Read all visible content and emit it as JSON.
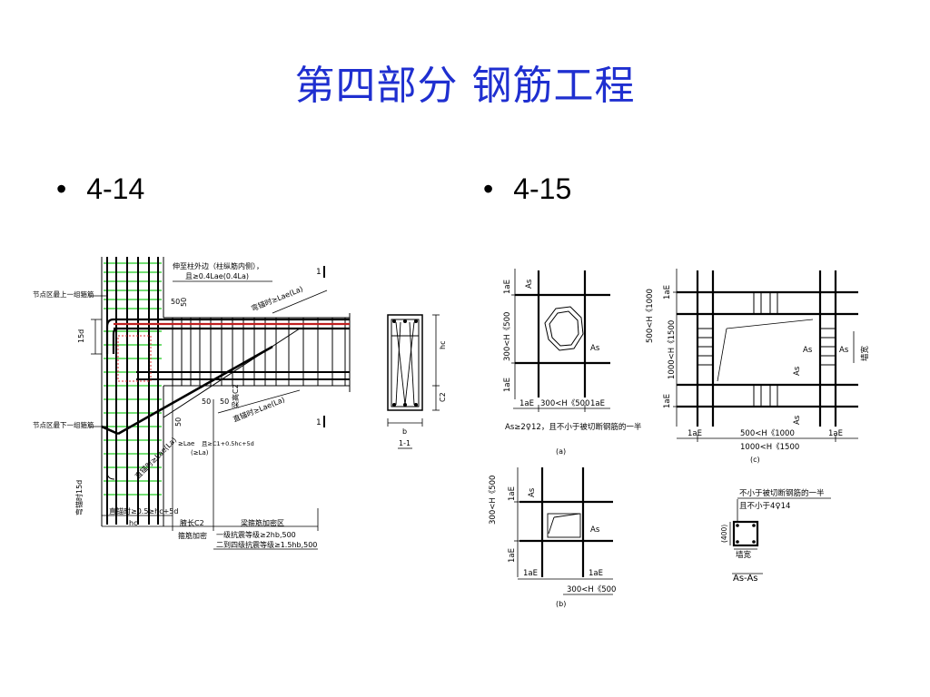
{
  "slide": {
    "title": "第四部分  钢筋工程",
    "bullets": [
      "4-14",
      "4-15"
    ]
  },
  "colors": {
    "title": "#1f2fd0",
    "stirrup": "#22cc22",
    "rebar": "#000000",
    "hatch": "#e03030"
  },
  "fig414": {
    "note_top_1": "伸至柱外边（柱纵筋内侧），",
    "note_top_2": "且≥0.4Lae(0.4La)",
    "label_top_group": "节点区最上一组箍筋",
    "label_bottom_group": "节点区最下一组箍筋",
    "dim_15d": "15d",
    "dim_50_a": "50",
    "dim_50_b": "50",
    "dim_50_c": "50",
    "dim_50_d": "50",
    "dim_50_e": "50",
    "bend_top": "弯锚时≥Lae(La)",
    "depth_c2": "梁高C2",
    "straight_anchor": "直锚时≥Lae(La)",
    "anchor_cond_1": "≥Lae",
    "anchor_cond_2": "且≥C1+0.5hc+5d",
    "anchor_cond_3": "(≥La)",
    "bend_diag": "直锚时≥Lae(La)",
    "bend_15d": "弯锚时15d",
    "straight_bottom": "直锚时≥0.5≥hc+5d",
    "hc": "hc",
    "leg_c2": "腋长C2",
    "stirrup_dense": "箍筋加密",
    "beam_zone": "梁箍筋加密区",
    "grade1": "一级抗震等级≥2hb,500",
    "grade24": "二到四级抗震等级≥1.5hb,500",
    "section_mark": "1",
    "section_mark_2": "1",
    "sec_hc": "hc",
    "sec_c2": "C2",
    "sec_b": "b",
    "sec_title": "1-1"
  },
  "fig415": {
    "a": {
      "as_top": "As",
      "as_right": "As",
      "lae_left_top": "1aE",
      "h_left": "300<H《500",
      "lae_left_bot": "1aE",
      "lae_bot_l": "1aE",
      "h_bot": "300<H《500",
      "lae_bot_r": "1aE",
      "note": "As≥2♀12，且不小于被切断钢筋的一半",
      "label": "(a)"
    },
    "b": {
      "h_left": "300<H《500",
      "lae_left_top": "1aE",
      "as_top": "As",
      "as_right": "As",
      "lae_left_bot": "1aE",
      "lae_bot_l": "1aE",
      "lae_bot_r": "1aE",
      "h_bot": "300<H《500",
      "label": "(b)"
    },
    "c": {
      "lae_top": "1aE",
      "h_left_1": "500<H《1000",
      "h_left_2": "1000<H《1500",
      "lae_bot": "1aE",
      "as_1": "As",
      "as_2": "As",
      "wall_width": "墙宽",
      "as_3": "As",
      "as_4": "As",
      "lae_bl": "1aE",
      "h_bot_1": "500<H《1000",
      "lae_br": "1aE",
      "h_bot_2": "1000<H《1500",
      "label": "(c)"
    },
    "d": {
      "note1": "不小于被切断钢筋的一半",
      "note2": "且不小于4♀14",
      "dim": "(400)",
      "wall": "墙宽",
      "title": "As-As"
    }
  }
}
